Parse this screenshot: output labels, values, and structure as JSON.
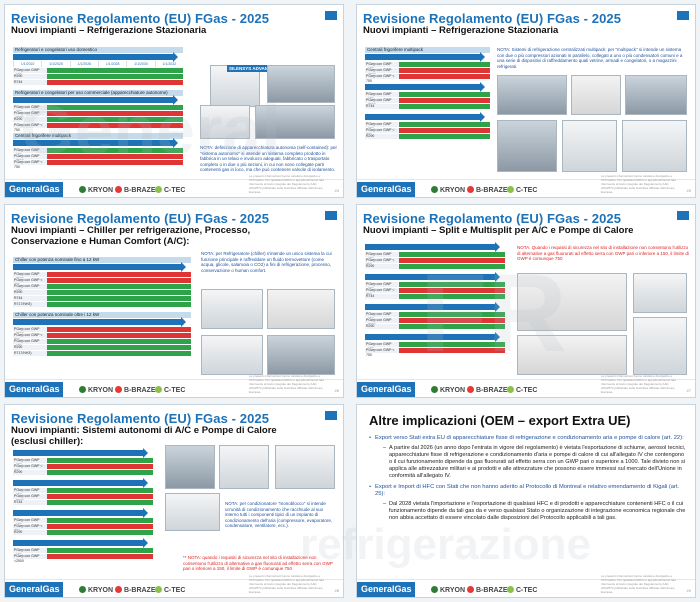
{
  "slides": [
    {
      "title": "Revisione Regolamento (EU) FGas - 2025",
      "subtitle": "Nuovi impianti – Refrigerazione Stazionaria",
      "table_header_1": "Refrigeratori e congelatori uso domestico",
      "table_header_2": "Refrigeratori e congelatori per uso commerciale (apparecchiature autonome)",
      "table_header_3": "Centrali frigorifere multipack",
      "years": [
        "1/1/2022",
        "1/1/2025",
        "1/1/2026",
        "1/1/2028",
        "1/1/2030",
        "1/1/2032"
      ],
      "badge": "SILENSYS ADVANCED",
      "note": "NOTA: definizione di apparecchiatura autonoma (self-contained): per \"sistema autonomo\" si intende un sistema completo prodotto in fabbrica in un telaio e involucro adeguati, fabbricato o trasportato completo o in due o più sezioni, in cui non sono collegate parti contenenti gas in loco, ma che può contenere valvole di isolamento.",
      "page": "24"
    },
    {
      "title": "Revisione Regolamento (EU) FGas - 2025",
      "subtitle": "Nuovi impianti – Refrigerazione Stazionaria",
      "note": "NOTA: Sistemi di refrigerazione centralizzati multipack: per \"multipack\" si intende un sistema con due o più compressori azionati in parallelo, collegati a uno o più condensatori comuni e a una serie di dispositivi di raffreddamento quali vetrine, armadi e congelatori, o a magazzini refrigerati.",
      "page": "25"
    },
    {
      "title": "Revisione Regolamento (EU) FGas - 2025",
      "subtitle": "Nuovi impianti – Chiller per refrigerazione, Processo, Conservazione e Human Comfort (A/C):",
      "table_header_1": "Chiller con potenza nominale fino a 12 kW",
      "table_header_2": "Chiller con potenza nominale oltre i 12 kW",
      "note": "NOTA: per Refrigeratore (chiller) s'intende un unico sistema la cui funzione principale è raffreddare un fluido termovettore (come acqua, glicole, salamoia o CO2) a fini di refrigerazione, processo, conservazione o human comfort.",
      "page": "26"
    },
    {
      "title": "Revisione Regolamento (EU) FGas - 2025",
      "subtitle": "Nuovi impianti – Split e Multisplit per A/C e Pompe di Calore",
      "note": "NOTA: Quando i requisiti di sicurezza nel sito di installazione non consentono l'utilizzo di alternative a gas fluorurati ad effetto serra con GWP pari o inferiore a 150, il limite di GWP è comunque 750",
      "page": "27"
    },
    {
      "title": "Revisione Regolamento (EU) FGas - 2025",
      "subtitle": "Nuovi impianti: Sistemi autonomi di A/C e Pompe di Calore (esclusi chiller):",
      "note": "NOTA: per condizionatore \"monoblocco\" si intende un'unità di condizionamento che racchiude al suo interno tutti i componenti tipici di un impianto di condizionamento dell'aria (compressore, evaporatore, condensatore, ventilatore, ecc.).",
      "note_red": "** NOTA: quando i requisiti di sicurezza nel sito di installazione non consentono l'utilizzo di alternative a gas fluorurati ad effetto serra con GWP pari o inferiore a 150, il limite di GWP è comunque 750",
      "page": "28"
    },
    {
      "title": "Altre implicazioni (OEM – export Extra UE)",
      "b1": "Export verso Stati extra EU di apparecchiature fisse di refrigerazione e condizionamento aria e pompe di calore (art. 22):",
      "b1_sub": "A partire dal 2026 (un anno dopo l'entrata in vigore del regolamento) è vietata l'esportazione di schiume, aerosol tecnici, apparecchiature fisse di refrigerazione e condizionamento d'aria e pompe di calore di cui all'allegato IV che contengono o il cui funzionamento dipende da gas fluorurati ad effetto serra con un GWP pari o superiore a 1000. Tale divieto non si applica alle attrezzature militari e ai prodotti e alle attrezzature che possono essere immessi sul mercato dell'Unione in conformità all'allegato IV.",
      "b2": "Export e Import di HFC con Stati che non hanno aderito al Protocollo di Montreal e relativo emendamento di Kigali (art. 25):",
      "b2_sub": "Dal 2028 vietata l'importazione e l'esportazione di qualsiasi HFC e di prodotti e apparecchiature contenenti HFC o il cui funzionamento dipende da tali gas da e verso qualsiasi Stato o organizzazione di integrazione economica regionale che non abbia accettato di essere vincolato dalle disposizioni del Protocollo applicabili a tali gas.",
      "page": "29"
    }
  ],
  "footer": {
    "logo": "GeneralGas",
    "brands": [
      "KRYON",
      "B-BRAZE",
      "C-TEC"
    ],
    "brand_colors": [
      "#2e7d32",
      "#e53935",
      "#8bc34a"
    ],
    "disclaimer": "Le presenti informazioni hanno carattere divulgativo e informativo. Per qualsiasi dubbio o approfondimento fare riferimento al testo integrale del Regolamento (UE) 2024/573 pubblicato sulla Gazzetta Ufficiale dell'Unione Europea."
  },
  "gas_rows": [
    "PGwp con GWP <150",
    "R290",
    "R744",
    "PGwp con GWP <2500",
    "PGwp con GWP < 750",
    "R717/NH3)"
  ],
  "watermark": [
    "General",
    "FR",
    "refrigerazione"
  ],
  "colors": {
    "accent": "#1e73b8",
    "allowed": "#2ea34a",
    "banned": "#e03535"
  }
}
